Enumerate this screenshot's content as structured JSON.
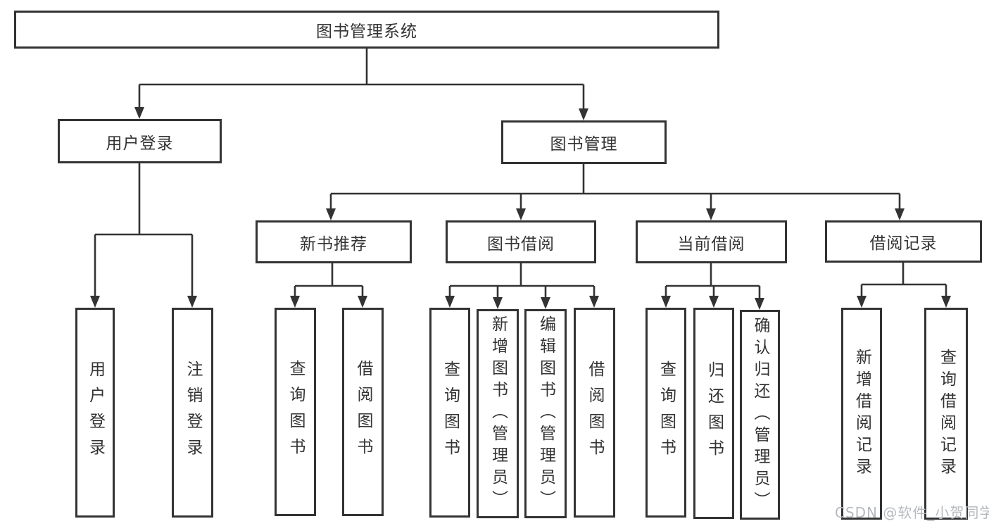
{
  "diagram": {
    "type": "hierarchy-tree",
    "title": "图书管理系统",
    "hierarchy": {
      "图书管理系统": {
        "用户登录": [
          "用户登录",
          "注销登录"
        ],
        "图书管理": {
          "新书推荐": [
            "查询图书",
            "借阅图书"
          ],
          "图书借阅": [
            "查询图书",
            "新增图书（管理员）",
            "编辑图书（管理员）",
            "借阅图书"
          ],
          "当前借阅": [
            "查询图书",
            "归还图书",
            "确认归还（管理员）"
          ],
          "借阅记录": [
            "新增借阅记录",
            "查询借阅记录"
          ]
        }
      }
    }
  },
  "nodes": {
    "root": {
      "label": "图书管理系统"
    },
    "user_login": {
      "label": "用户登录"
    },
    "book_mgmt": {
      "label": "图书管理"
    },
    "new_book_rec": {
      "label": "新书推荐"
    },
    "book_borrow": {
      "label": "图书借阅"
    },
    "current_borrow": {
      "label": "当前借阅"
    },
    "borrow_records": {
      "label": "借阅记录"
    },
    "ul_user_login": {
      "label": "用户登录"
    },
    "ul_logout": {
      "label": "注销登录"
    },
    "nbr_query_book": {
      "label": "查询图书"
    },
    "nbr_borrow_book": {
      "label": "借阅图书"
    },
    "bb_query_book": {
      "label": "查询图书"
    },
    "bb_add_book": {
      "label": "新增图书（管理员）"
    },
    "bb_edit_book": {
      "label": "编辑图书（管理员）"
    },
    "bb_borrow_book": {
      "label": "借阅图书"
    },
    "cb_query_book": {
      "label": "查询图书"
    },
    "cb_return_book": {
      "label": "归还图书"
    },
    "cb_confirm_return": {
      "label": "确认归还（管理员）"
    },
    "br_add_record": {
      "label": "新增借阅记录"
    },
    "br_query_record": {
      "label": "查询借阅记录"
    }
  },
  "watermark": {
    "text": "CSDN @软件_小贺同学"
  },
  "colors": {
    "line": "#333333",
    "box_border": "#333333",
    "text": "#333333",
    "background": "#ffffff",
    "watermark": "#b6bac0"
  }
}
